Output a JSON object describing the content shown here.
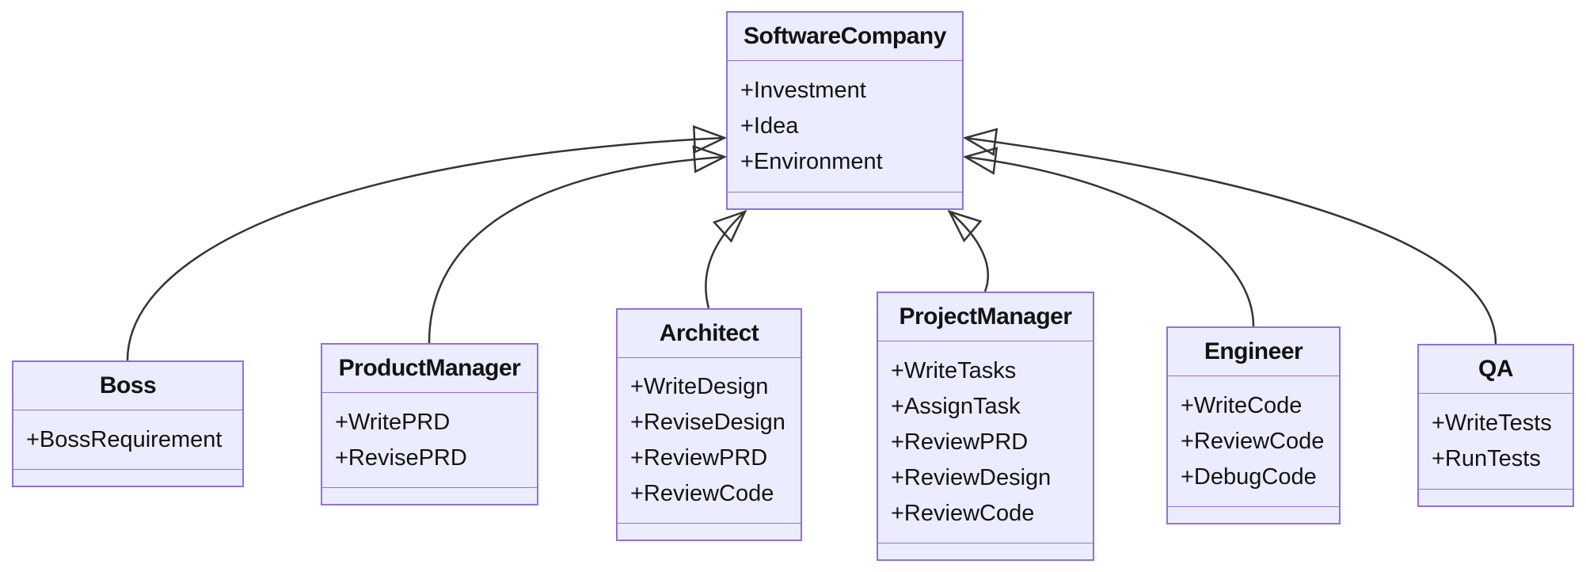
{
  "diagram": {
    "kind": "uml-class-diagram",
    "background_color": "#ffffff",
    "node_fill_color": "#ECECFF",
    "node_border_color": "#9370DB",
    "edge_color": "#343434",
    "text_color": "#131313"
  },
  "classes": [
    {
      "name": "SoftwareCompany",
      "members": [
        "+Investment",
        "+Idea",
        "+Environment"
      ]
    },
    {
      "name": "Boss",
      "members": [
        "+BossRequirement"
      ]
    },
    {
      "name": "ProductManager",
      "members": [
        "+WritePRD",
        "+RevisePRD"
      ]
    },
    {
      "name": "Architect",
      "members": [
        "+WriteDesign",
        "+ReviseDesign",
        "+ReviewPRD",
        "+ReviewCode"
      ]
    },
    {
      "name": "ProjectManager",
      "members": [
        "+WriteTasks",
        "+AssignTask",
        "+ReviewPRD",
        "+ReviewDesign",
        "+ReviewCode"
      ]
    },
    {
      "name": "Engineer",
      "members": [
        "+WriteCode",
        "+ReviewCode",
        "+DebugCode"
      ]
    },
    {
      "name": "QA",
      "members": [
        "+WriteTests",
        "+RunTests"
      ]
    }
  ],
  "relations": [
    {
      "from": "Boss",
      "to": "SoftwareCompany",
      "type": "inheritance"
    },
    {
      "from": "ProductManager",
      "to": "SoftwareCompany",
      "type": "inheritance"
    },
    {
      "from": "Architect",
      "to": "SoftwareCompany",
      "type": "inheritance"
    },
    {
      "from": "ProjectManager",
      "to": "SoftwareCompany",
      "type": "inheritance"
    },
    {
      "from": "Engineer",
      "to": "SoftwareCompany",
      "type": "inheritance"
    },
    {
      "from": "QA",
      "to": "SoftwareCompany",
      "type": "inheritance"
    }
  ]
}
